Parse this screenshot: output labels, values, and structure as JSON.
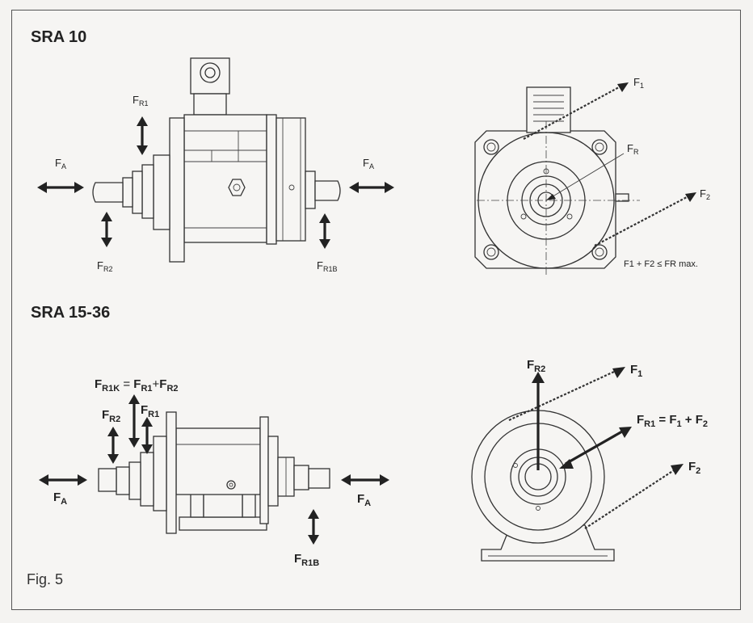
{
  "sections": [
    {
      "id": "sra10",
      "title": "SRA 10"
    },
    {
      "id": "sra15",
      "title": "SRA 15-36"
    }
  ],
  "figure_label": "Fig. 5",
  "sra10": {
    "side": {
      "FA": "F",
      "FA_sub": "A",
      "FR1": "F",
      "FR1_sub": "R1",
      "FR2": "F",
      "FR2_sub": "R2",
      "FR1B": "F",
      "FR1B_sub": "R1B"
    },
    "front": {
      "F1": "F",
      "F1_sub": "1",
      "F2": "F",
      "F2_sub": "2",
      "FR": "F",
      "FR_sub": "R",
      "formula": "F1 + F2 ≤ FR max."
    }
  },
  "sra15": {
    "side": {
      "FR1K": "F",
      "FR1K_sub": "R1K",
      "FR1K_eq": " = ",
      "FR1K_rhs1": "F",
      "FR1K_rhs1_sub": "R1",
      "FR1K_plus": "+",
      "FR1K_rhs2": "F",
      "FR1K_rhs2_sub": "R2",
      "FR2": "F",
      "FR2_sub": "R2",
      "FR1": "F",
      "FR1_sub": "R1",
      "FA": "F",
      "FA_sub": "A",
      "FR1B": "F",
      "FR1B_sub": "R1B"
    },
    "front": {
      "FR2": "F",
      "FR2_sub": "R2",
      "F1": "F",
      "F1_sub": "1",
      "FR1": "F",
      "FR1_sub": "R1",
      "FR1_eq": " = F",
      "FR1_eq_sub1": "1",
      "FR1_eq_plus": " + F",
      "FR1_eq_sub2": "2",
      "F2": "F",
      "F2_sub": "2"
    }
  }
}
